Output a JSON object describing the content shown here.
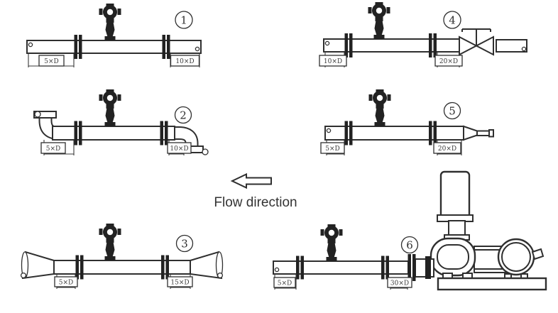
{
  "diagram": {
    "background_color": "#ffffff",
    "line_color": "#2f2f2f",
    "flow_direction": {
      "label": "Flow direction",
      "arrow_icon": "left-arrow-icon"
    },
    "meter_icon": "flow-transmitter-icon",
    "configs": [
      {
        "number": "1",
        "left_label": "5×D",
        "right_label": "10×D",
        "fitting_icons": [
          "straight-pipe"
        ]
      },
      {
        "number": "2",
        "left_label": "5×D",
        "right_label": "10×D",
        "fitting_icons": [
          "elbow-up-left",
          "elbow-down-right"
        ]
      },
      {
        "number": "3",
        "left_label": "5×D",
        "right_label": "15×D",
        "fitting_icons": [
          "expander-cone-left",
          "expander-cone-right"
        ]
      },
      {
        "number": "4",
        "left_label": "10×D",
        "right_label": "20×D",
        "fitting_icons": [
          "gate-valve"
        ]
      },
      {
        "number": "5",
        "left_label": "5×D",
        "right_label": "20×D",
        "fitting_icons": [
          "reducer-cone"
        ]
      },
      {
        "number": "6",
        "left_label": "5×D",
        "right_label": "30×D",
        "fitting_icons": [
          "roots-blower-pump"
        ]
      }
    ]
  }
}
